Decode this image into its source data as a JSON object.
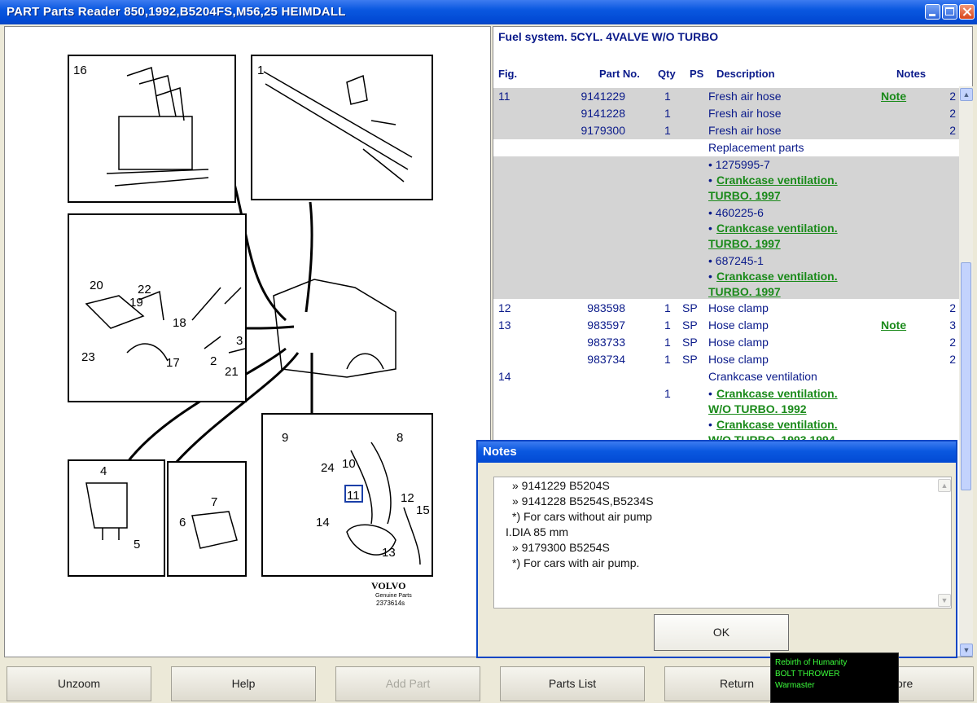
{
  "window": {
    "title": "PART Parts Reader 850,1992,B5204FS,M56,25 HEIMDALL"
  },
  "diagram": {
    "labels": [
      "16",
      "1",
      "20",
      "22",
      "19",
      "18",
      "3",
      "23",
      "17",
      "2",
      "21",
      "9",
      "8",
      "24",
      "10",
      "11",
      "12",
      "14",
      "15",
      "13",
      "4",
      "5",
      "7",
      "6"
    ],
    "brand": "VOLVO",
    "brand_sub": "Genuine Parts",
    "code": "2373614s"
  },
  "parts": {
    "section_title": "Fuel system. 5CYL. 4VALVE W/O TURBO",
    "headers": {
      "fig": "Fig.",
      "part": "Part No.",
      "qty": "Qty",
      "ps": "PS",
      "desc": "Description",
      "notes": "Notes"
    },
    "rows": [
      {
        "fig": "11",
        "part": "9141229",
        "qty": "1",
        "ps": "",
        "desc": "Fresh air hose",
        "note": "Note",
        "n": "2",
        "gray": true
      },
      {
        "fig": "",
        "part": "9141228",
        "qty": "1",
        "ps": "",
        "desc": "Fresh air hose",
        "note": "",
        "n": "2",
        "gray": true
      },
      {
        "fig": "",
        "part": "9179300",
        "qty": "1",
        "ps": "",
        "desc": "Fresh air hose",
        "note": "",
        "n": "2",
        "gray": true
      },
      {
        "fig": "",
        "part": "",
        "qty": "",
        "ps": "",
        "desc": "Replacement parts",
        "note": "",
        "n": "",
        "gray": false
      }
    ],
    "replacements": [
      {
        "num": "• 1275995-7",
        "link_a": "Crankcase ventilation.",
        "link_b": "TURBO. 1997"
      },
      {
        "num": "• 460225-6",
        "link_a": "Crankcase ventilation.",
        "link_b": "TURBO. 1997"
      },
      {
        "num": "• 687245-1",
        "link_a": "Crankcase ventilation.",
        "link_b": "TURBO. 1997"
      }
    ],
    "rows2": [
      {
        "fig": "12",
        "part": "983598",
        "qty": "1",
        "ps": "SP",
        "desc": "Hose clamp",
        "note": "",
        "n": "2"
      },
      {
        "fig": "13",
        "part": "983597",
        "qty": "1",
        "ps": "SP",
        "desc": "Hose clamp",
        "note": "Note",
        "n": "3"
      },
      {
        "fig": "",
        "part": "983733",
        "qty": "1",
        "ps": "SP",
        "desc": "Hose clamp",
        "note": "",
        "n": "2"
      },
      {
        "fig": "",
        "part": "983734",
        "qty": "1",
        "ps": "SP",
        "desc": "Hose clamp",
        "note": "",
        "n": "2"
      },
      {
        "fig": "14",
        "part": "",
        "qty": "",
        "ps": "",
        "desc": "Crankcase ventilation",
        "note": "",
        "n": ""
      }
    ],
    "cv_qty": "1",
    "cv_links": [
      {
        "a": "Crankcase ventilation.",
        "b": "W/O TURBO. 1992"
      },
      {
        "a": "Crankcase ventilation.",
        "b": "W/O TURBO. 1993,1994"
      }
    ],
    "bullet": "•"
  },
  "notes_dialog": {
    "title": "Notes",
    "lines": [
      "» 9141229 B5204S",
      "» 9141228 B5254S,B5234S",
      "*) For cars without air pump",
      "I.DIA 85 mm",
      "» 9179300 B5254S",
      "*) For cars with air pump."
    ],
    "ok": "OK"
  },
  "buttons": {
    "unzoom": "Unzoom",
    "help": "Help",
    "add_part": "Add Part",
    "parts_list": "Parts List",
    "return": "Return",
    "more": "ore"
  },
  "media": {
    "line1": "Rebirth of Humanity",
    "line2": "BOLT THROWER",
    "line3": "Warmaster"
  }
}
